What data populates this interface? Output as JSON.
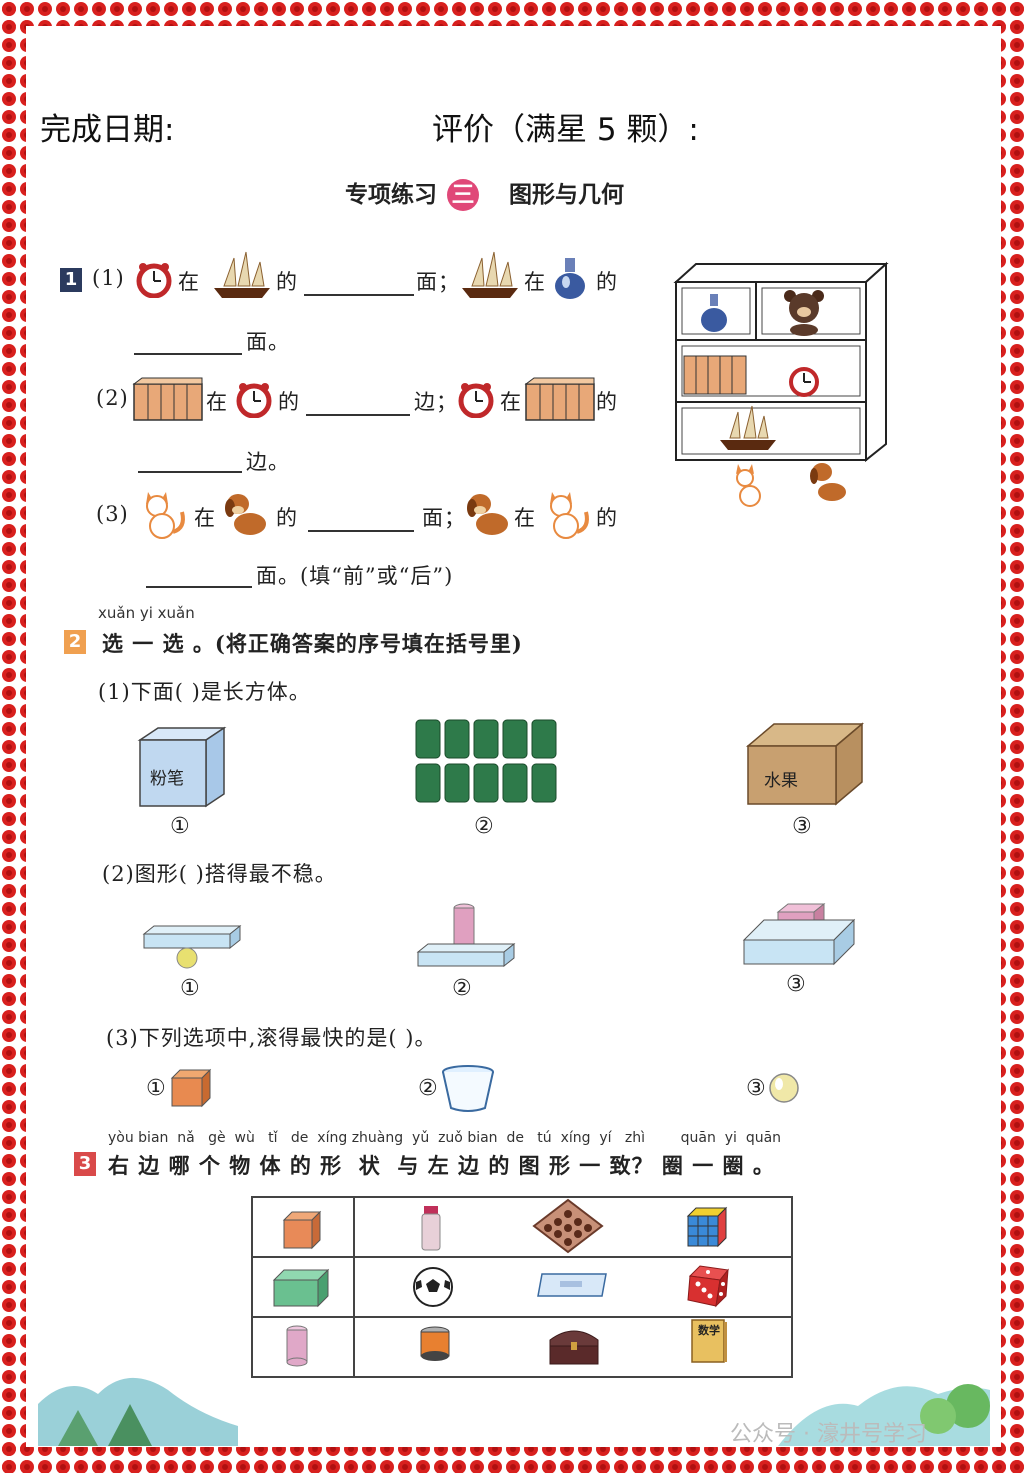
{
  "header": {
    "date_label": "完成日期:",
    "rating_label": "评价（满星 5 颗）:"
  },
  "title": {
    "prefix": "专项练习",
    "badge": "三",
    "topic": "图形与几何"
  },
  "q1": {
    "number": "1",
    "p1_a": "(1)",
    "p1_b": "在",
    "p1_c": "的",
    "p1_d": "面；",
    "p1_e": "在",
    "p1_f": "的",
    "p1_g": "面。",
    "p2_a": "(2)",
    "p2_b": "在",
    "p2_c": "的",
    "p2_d": "边；",
    "p2_e": "在",
    "p2_f": "的",
    "p2_g": "边。",
    "p3_a": "(3)",
    "p3_b": "在",
    "p3_c": "的",
    "p3_d": "面；",
    "p3_e": "在",
    "p3_f": "的",
    "p3_g": "面。(填“前”或“后”)"
  },
  "q2": {
    "number": "2",
    "pinyin": "xuǎn  yi  xuǎn",
    "title": "选 一 选 。(将正确答案的序号填在括号里)",
    "s1": "(1)下面(        )是长方体。",
    "s1_box1_label": "粉笔",
    "s1_box3_label": "水果",
    "s2": "(2)图形(        )搭得最不稳。",
    "s3": "(3)下列选项中,滚得最快的是(        )。",
    "o1": "①",
    "o2": "②",
    "o3": "③"
  },
  "q3": {
    "number": "3",
    "pinyin": "yòu bian  nǎ   gè  wù   tǐ   de  xíng zhuàng  yǔ  zuǒ bian  de   tú  xíng  yí   zhì        quān  yi  quān",
    "title": "右 边 哪 个 物 体 的 形  状  与 左 边 的 图 形 一 致？ 圈 一 圈 。",
    "math_book_label": "数学"
  },
  "watermark": "公众号 · 濠井号学习",
  "colors": {
    "border": "#d8201e",
    "q_badge_dark": "#2b3a5e",
    "q_badge_orange": "#f0a050",
    "q_badge_red": "#d94a4a"
  }
}
